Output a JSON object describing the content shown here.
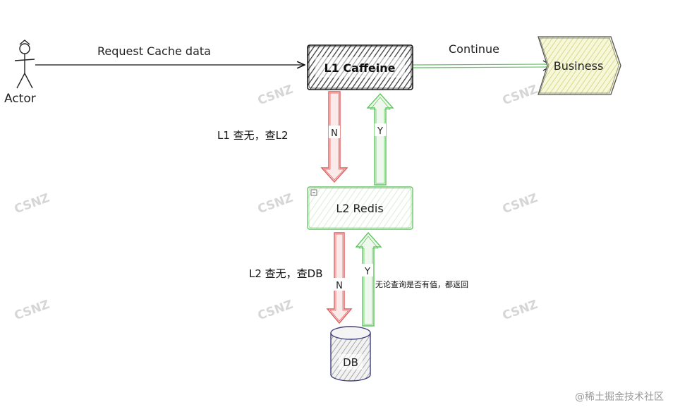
{
  "actor": {
    "label": "Actor"
  },
  "edges": {
    "request_label": "Request Cache data",
    "continue_label": "Continue",
    "l1_miss_label": "N",
    "l1_hit_label": "Y",
    "l2_miss_label": "N",
    "l2_return_label": "Y"
  },
  "nodes": {
    "l1": "L1 Caffeine",
    "l2": "L2 Redis",
    "db": "DB",
    "business": "Business"
  },
  "notes": {
    "l1_miss": "L1 查无，查L2",
    "l2_miss": "L2 查无，查DB",
    "db_return": "无论查询是否有值，都返回"
  },
  "watermark": "CSNZ",
  "source_credit": "@稀土掘金技术社区",
  "colors": {
    "l1_fill": "#5a5a5a",
    "l2_stroke": "#6cc46c",
    "db_stroke": "#3f3f7a",
    "business_fill": "#e6e6a8",
    "miss_arrow": "#e05a5a",
    "hit_arrow": "#5cc85c"
  }
}
